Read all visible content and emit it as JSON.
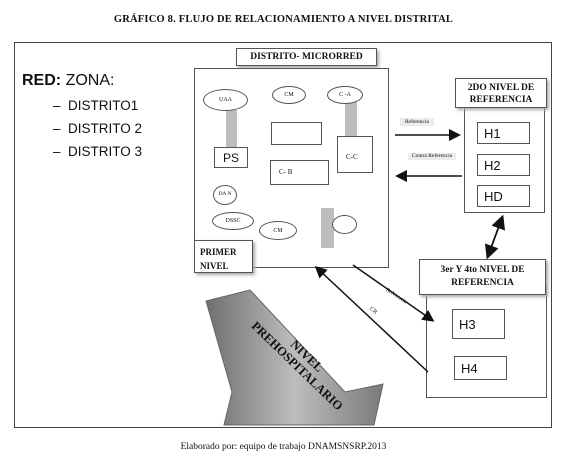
{
  "title": "GRÁFICO 8. FLUJO DE RELACIONAMIENTO A NIVEL DISTRITAL",
  "footer": "Elaborado por: equipo de trabajo DNAMSNSRP.2013",
  "red": {
    "label": "RED:",
    "zona": "ZONA:",
    "items": [
      "DISTRITO1",
      "DISTRITO 2",
      "DISTRITO 3"
    ]
  },
  "distrito": {
    "header": "DISTRITO- MICRORRED",
    "nodes": {
      "uaa": "UAA",
      "cm_top": "CM",
      "ca": "C -A",
      "ps": "PS",
      "cc": "C-C",
      "cb": "C- B",
      "dan": "DA N",
      "dssc": "DSSC",
      "cm_bottom": "CM"
    },
    "primer_nivel": "PRIMER NIVEL"
  },
  "segundo_nivel": {
    "header": "2DO NIVEL DE REFERENCIA",
    "items": [
      "H1",
      "H2",
      "HD"
    ]
  },
  "tercer_nivel": {
    "header": "3er Y 4to NIVEL DE REFERENCIA",
    "items": [
      "H3",
      "H4"
    ]
  },
  "arrows": {
    "referencia": "Referencia",
    "contra_referencia": "Contra Referencia",
    "referencia_diag": "Referencia",
    "cr": "CR"
  },
  "prehospitalario": "NIVEL PREHOSPITALARIO"
}
